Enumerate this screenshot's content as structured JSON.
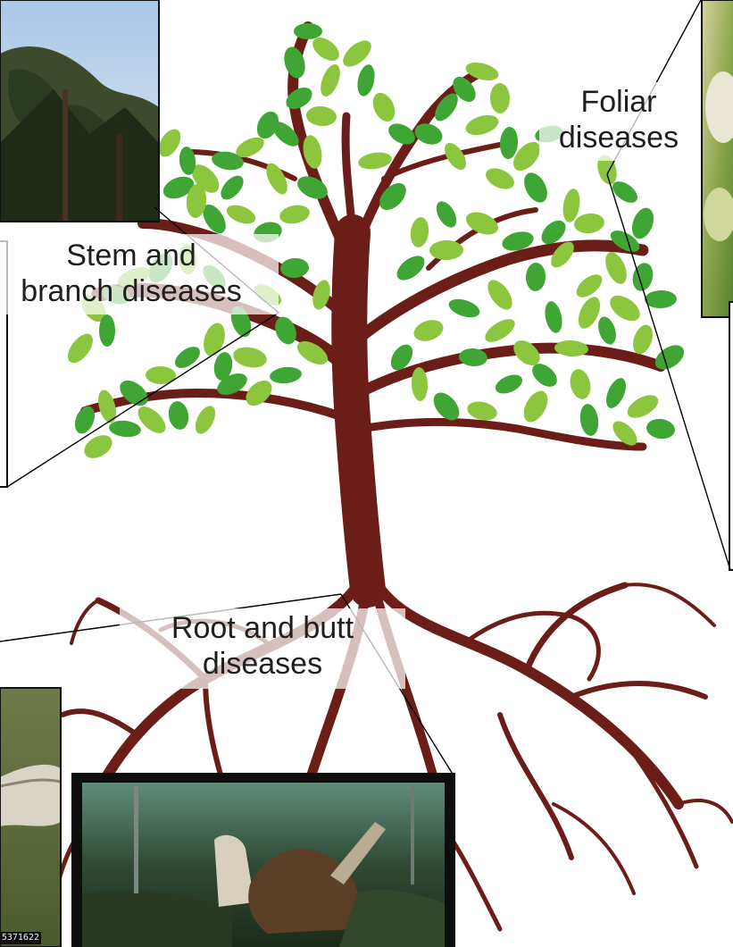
{
  "labels": {
    "foliar": [
      "Foliar",
      "diseases"
    ],
    "stem": [
      "Stem and",
      "branch diseases"
    ],
    "root": [
      "Root and butt",
      "diseases"
    ]
  },
  "photos": {
    "bottom_left_id": "5371622"
  },
  "colors": {
    "trunk": "#6b1d17",
    "leaf_light": "#8cc63f",
    "leaf_dark": "#3fa535",
    "label_text": "#1f1f1f"
  },
  "icons": [
    "pine-tree-photo",
    "foliage-photo",
    "fallen-log-photo",
    "uprooted-stump-photo"
  ]
}
